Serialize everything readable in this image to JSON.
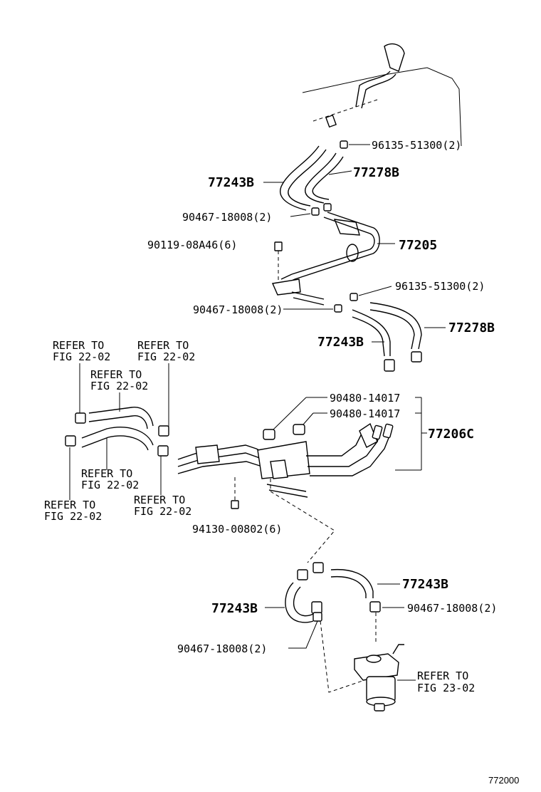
{
  "diagram_id": "772000",
  "labels": {
    "p96135_top": "96135-51300(2)",
    "p77243B_a": "77243B",
    "p77278B_a": "77278B",
    "p90467_a": "90467-18008(2)",
    "p90119": "90119-08A46(6)",
    "p77205": "77205",
    "p96135_mid": "96135-51300(2)",
    "p90467_b": "90467-18008(2)",
    "p77243B_b": "77243B",
    "p77278B_b": "77278B",
    "p90480_a": "90480-14017",
    "p90480_b": "90480-14017",
    "p77206C": "77206C",
    "p94130": "94130-00802(6)",
    "p77243B_c": "77243B",
    "p77243B_d": "77243B",
    "p90467_c": "90467-18008(2)",
    "p90467_d": "90467-18008(2)"
  },
  "refers": {
    "r1_line1": "REFER TO",
    "r1_line2": "FIG 22-02",
    "r2_line1": "REFER TO",
    "r2_line2": "FIG 22-02",
    "r3_line1": "REFER TO",
    "r3_line2": "FIG 22-02",
    "r4_line1": "REFER TO",
    "r4_line2": "FIG 22-02",
    "r5_line1": "REFER TO",
    "r5_line2": "FIG 22-02",
    "r6_line1": "REFER TO",
    "r6_line2": "FIG 22-02",
    "r7_line1": "REFER TO",
    "r7_line2": "FIG 23-02"
  }
}
